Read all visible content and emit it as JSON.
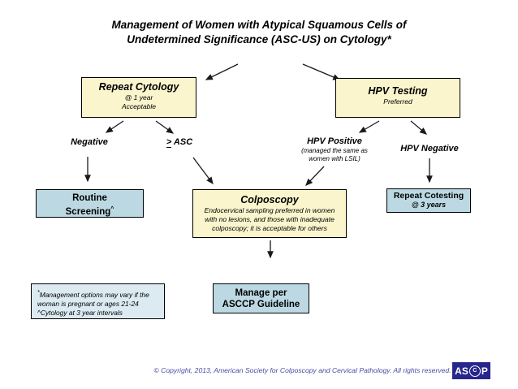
{
  "title": {
    "line1": "Management of Women with Atypical Squamous Cells of",
    "line2": "Undetermined Significance (ASC-US) on Cytology*"
  },
  "repeat_cytology": {
    "heading": "Repeat Cytology",
    "sub1": "@  1 year",
    "sub2": "Acceptable"
  },
  "hpv_testing": {
    "heading": "HPV Testing",
    "sub": "Preferred"
  },
  "branch_labels": {
    "negative": "Negative",
    "asc_symbol": ">",
    "asc_text": " ASC",
    "hpv_positive": "HPV Positive",
    "hpv_positive_sub1": "(managed the same as",
    "hpv_positive_sub2": "women with LSIL)",
    "hpv_negative": "HPV Negative"
  },
  "routine_screening": {
    "line1": "Routine",
    "line2": "Screening",
    "marker": "^"
  },
  "colposcopy": {
    "heading": "Colposcopy",
    "sub1": "Endocervical sampling preferred in women",
    "sub2": "with no lesions, and those with inadequate",
    "sub3": "colposcopy; it is acceptable for others"
  },
  "repeat_cotesting": {
    "heading": "Repeat Cotesting",
    "sub": "@ 3 years"
  },
  "manage_per": {
    "line1": "Manage per",
    "line2": "ASCCP Guideline"
  },
  "footnote": {
    "marker1": "*",
    "line1": "Management options may vary if the",
    "line2": "woman is pregnant or ages 21-24",
    "marker2": "^",
    "line3": "Cytology at 3 year intervals"
  },
  "footer": {
    "copyright": "© Copyright, 2013, American Society for Colposcopy and Cervical Pathology.  All rights reserved.",
    "logo_as": "AS",
    "logo_c": "C",
    "logo_p": "P"
  },
  "colors": {
    "yellow_box": "#FAF5CD",
    "blue_box": "#BCD9E3",
    "footnote_box": "#DCEAF2",
    "logo_navy": "#26268C",
    "copyright_blue": "#4B4BA6",
    "arrow": "#1a1a1a"
  }
}
